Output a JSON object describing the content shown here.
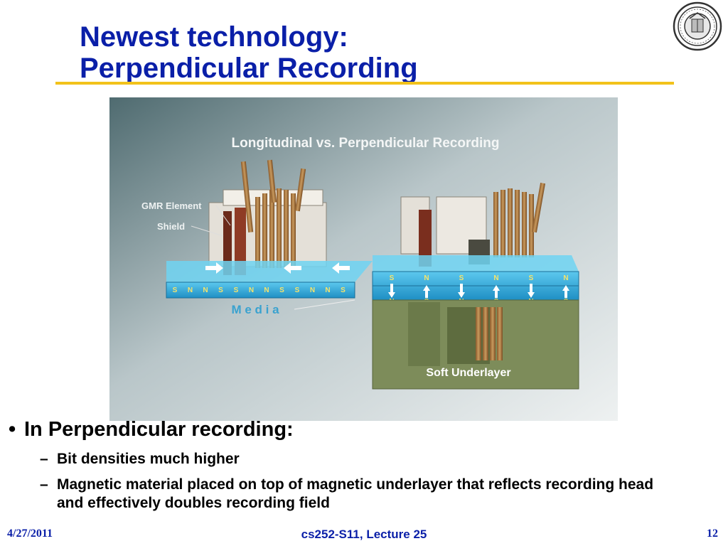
{
  "slide": {
    "title_line1": "Newest technology:",
    "title_line2": "Perpendicular Recording"
  },
  "figure": {
    "heading": "Longitudinal vs. Perpendicular Recording",
    "label_gmr": "GMR Element",
    "label_shield": "Shield",
    "label_media": "M e d i a",
    "label_underlayer": "Soft Underlayer",
    "long_poles": [
      "S",
      "N",
      "N",
      "S",
      "S",
      "N",
      "N",
      "S",
      "S",
      "N",
      "N",
      "S"
    ],
    "perp_top": [
      "S",
      "N",
      "S",
      "N",
      "S",
      "N"
    ],
    "perp_bottom": [
      "N",
      "S",
      "N",
      "S",
      "N",
      "S"
    ]
  },
  "bullets": {
    "main": "In Perpendicular recording:",
    "sub1": "Bit densities much higher",
    "sub2": "Magnetic material placed on top of magnetic underlayer that reflects recording head and effectively doubles recording field"
  },
  "footer": {
    "date": "4/27/2011",
    "course": "cs252-S11, Lecture 25",
    "page": "12"
  },
  "colors": {
    "title": "#0a1fa8",
    "rule": "#f2c21b",
    "media": "#2aa8d8",
    "underlayer": "#7d8c5a"
  }
}
